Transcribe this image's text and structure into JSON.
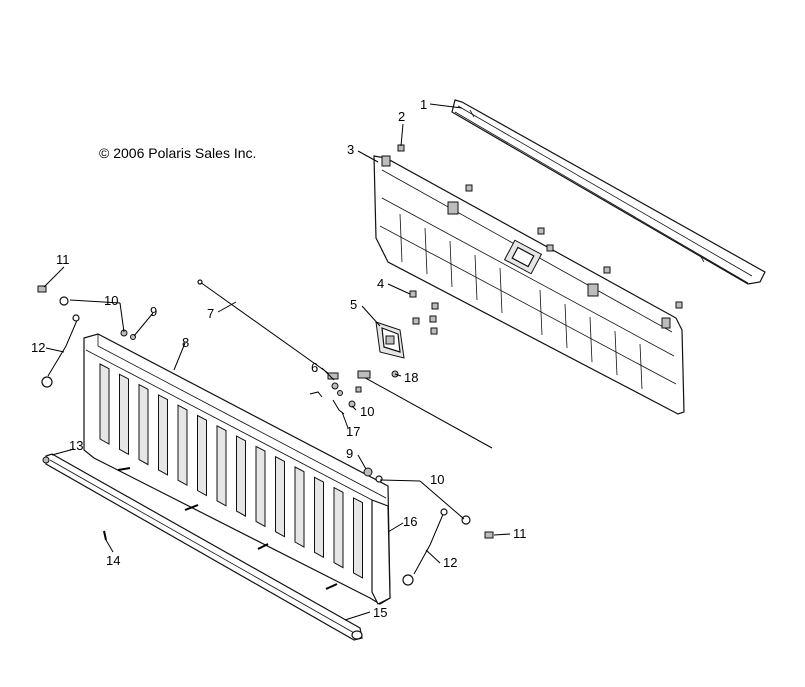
{
  "copyright": "© 2006 Polaris Sales Inc.",
  "callouts": [
    {
      "id": "c1",
      "label": "1"
    },
    {
      "id": "c2",
      "label": "2"
    },
    {
      "id": "c3",
      "label": "3"
    },
    {
      "id": "c4",
      "label": "4"
    },
    {
      "id": "c5",
      "label": "5"
    },
    {
      "id": "c6",
      "label": "6"
    },
    {
      "id": "c7",
      "label": "7"
    },
    {
      "id": "c8",
      "label": "8"
    },
    {
      "id": "c9a",
      "label": "9"
    },
    {
      "id": "c9b",
      "label": "9"
    },
    {
      "id": "c10a",
      "label": "10"
    },
    {
      "id": "c10b",
      "label": "10"
    },
    {
      "id": "c10c",
      "label": "10"
    },
    {
      "id": "c11a",
      "label": "11"
    },
    {
      "id": "c11b",
      "label": "11"
    },
    {
      "id": "c12a",
      "label": "12"
    },
    {
      "id": "c12b",
      "label": "12"
    },
    {
      "id": "c13",
      "label": "13"
    },
    {
      "id": "c14",
      "label": "14"
    },
    {
      "id": "c15",
      "label": "15"
    },
    {
      "id": "c16",
      "label": "16"
    },
    {
      "id": "c17",
      "label": "17"
    },
    {
      "id": "c18",
      "label": "18"
    }
  ]
}
